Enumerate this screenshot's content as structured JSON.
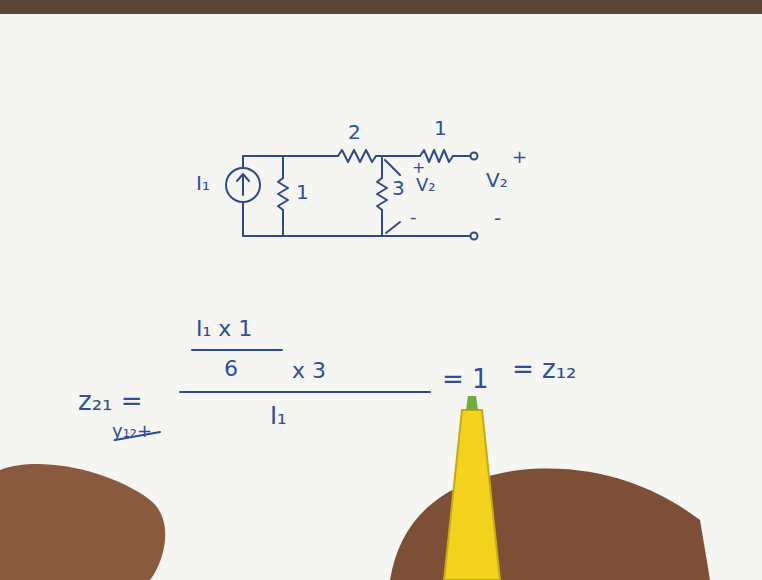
{
  "diagram": {
    "labels": [
      "2",
      "1",
      "I₁",
      "1",
      "3",
      "+",
      "V₂",
      "-",
      "V₂",
      "+",
      "-",
      "z₂₁ =",
      "y₁₂+",
      "I₁ x 1",
      "6",
      "x 3",
      "I₁",
      "= 1",
      "= z₁₂"
    ]
  }
}
